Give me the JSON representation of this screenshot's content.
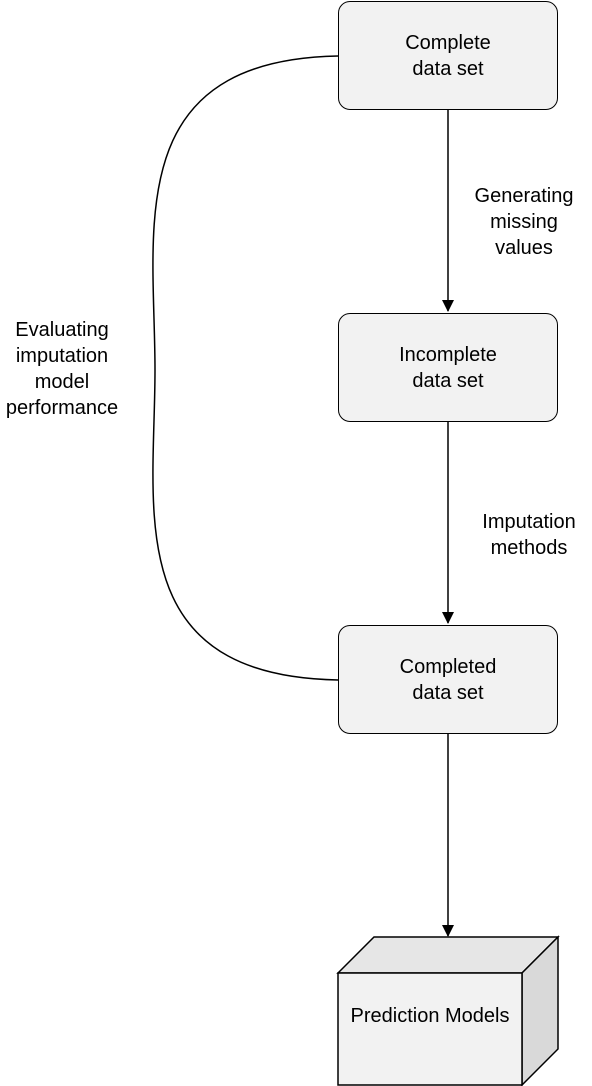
{
  "nodes": {
    "complete": {
      "line1": "Complete",
      "line2": "data set"
    },
    "incomplete": {
      "line1": "Incomplete",
      "line2": "data set"
    },
    "completed": {
      "line1": "Completed",
      "line2": "data set"
    },
    "prediction": {
      "label": "Prediction Models"
    }
  },
  "edges": {
    "generating": {
      "line1": "Generating",
      "line2": "missing",
      "line3": "values"
    },
    "imputation": {
      "line1": "Imputation",
      "line2": "methods"
    },
    "evaluating": {
      "line1": "Evaluating",
      "line2": "imputation",
      "line3": "model",
      "line4": "performance"
    }
  },
  "colors": {
    "node_fill": "#f2f2f2",
    "cube_front": "#f2f2f2",
    "cube_top": "#e6e6e6",
    "cube_side": "#d9d9d9",
    "stroke": "#000000"
  }
}
